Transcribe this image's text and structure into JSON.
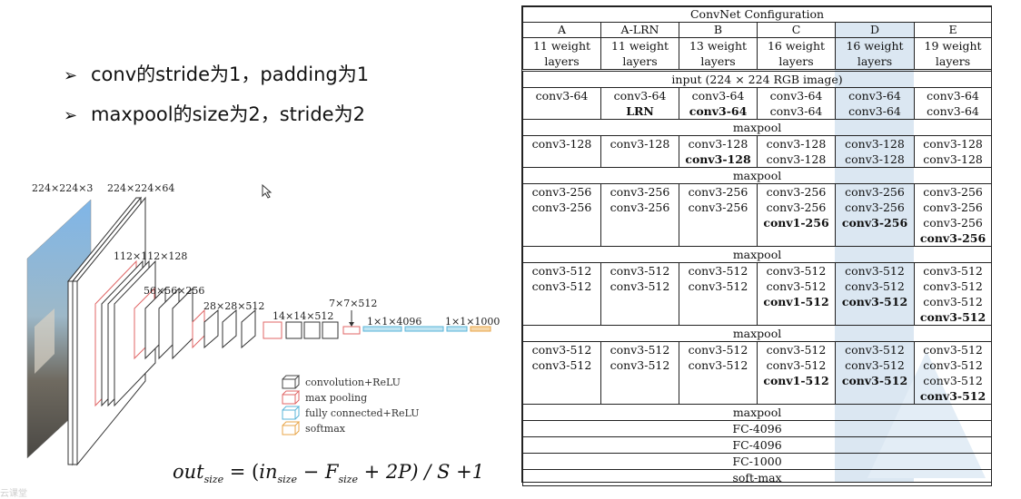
{
  "bullets": [
    "conv的stride为1，padding为1",
    "maxpool的size为2，stride为2"
  ],
  "diagram": {
    "labels": {
      "input": "224×224×3",
      "conv1": "224×224×64",
      "pool1": "112×112×128",
      "pool2": "56×56×256",
      "pool3": "28×28×512",
      "pool4": "14×14×512",
      "pool5": "7×7×512",
      "fc1": "1×1×4096",
      "fc2": "1×1×1000"
    },
    "legend": [
      {
        "label": "convolution+ReLU",
        "color": "#444444"
      },
      {
        "label": "max pooling",
        "color": "#e06666"
      },
      {
        "label": "fully connected+ReLU",
        "color": "#5ab4d8"
      },
      {
        "label": "softmax",
        "color": "#e8a64a"
      }
    ]
  },
  "formula": {
    "out": "out",
    "out_sub": "size",
    "in": "in",
    "in_sub": "size",
    "f": "F",
    "f_sub": "size",
    "rest": "+ 2P) / S +1"
  },
  "watermark": "云课堂",
  "table": {
    "title": "ConvNet Configuration",
    "columns": [
      "A",
      "A-LRN",
      "B",
      "C",
      "D",
      "E"
    ],
    "weights": [
      [
        "11 weight",
        "layers"
      ],
      [
        "11 weight",
        "layers"
      ],
      [
        "13 weight",
        "layers"
      ],
      [
        "16 weight",
        "layers"
      ],
      [
        "16 weight",
        "layers"
      ],
      [
        "19 weight",
        "layers"
      ]
    ],
    "input": "input (224 × 224 RGB image)",
    "blocks": [
      [
        [
          {
            "t": "conv3-64"
          }
        ],
        [
          {
            "t": "conv3-64"
          },
          {
            "t": "LRN",
            "b": true
          }
        ],
        [
          {
            "t": "conv3-64"
          },
          {
            "t": "conv3-64",
            "b": true
          }
        ],
        [
          {
            "t": "conv3-64"
          },
          {
            "t": "conv3-64"
          }
        ],
        [
          {
            "t": "conv3-64"
          },
          {
            "t": "conv3-64"
          }
        ],
        [
          {
            "t": "conv3-64"
          },
          {
            "t": "conv3-64"
          }
        ]
      ],
      [
        [
          {
            "t": "conv3-128"
          }
        ],
        [
          {
            "t": "conv3-128"
          }
        ],
        [
          {
            "t": "conv3-128"
          },
          {
            "t": "conv3-128",
            "b": true
          }
        ],
        [
          {
            "t": "conv3-128"
          },
          {
            "t": "conv3-128"
          }
        ],
        [
          {
            "t": "conv3-128"
          },
          {
            "t": "conv3-128"
          }
        ],
        [
          {
            "t": "conv3-128"
          },
          {
            "t": "conv3-128"
          }
        ]
      ],
      [
        [
          {
            "t": "conv3-256"
          },
          {
            "t": "conv3-256"
          }
        ],
        [
          {
            "t": "conv3-256"
          },
          {
            "t": "conv3-256"
          }
        ],
        [
          {
            "t": "conv3-256"
          },
          {
            "t": "conv3-256"
          }
        ],
        [
          {
            "t": "conv3-256"
          },
          {
            "t": "conv3-256"
          },
          {
            "t": "conv1-256",
            "b": true
          }
        ],
        [
          {
            "t": "conv3-256"
          },
          {
            "t": "conv3-256"
          },
          {
            "t": "conv3-256",
            "b": true
          }
        ],
        [
          {
            "t": "conv3-256"
          },
          {
            "t": "conv3-256"
          },
          {
            "t": "conv3-256"
          },
          {
            "t": "conv3-256",
            "b": true
          }
        ]
      ],
      [
        [
          {
            "t": "conv3-512"
          },
          {
            "t": "conv3-512"
          }
        ],
        [
          {
            "t": "conv3-512"
          },
          {
            "t": "conv3-512"
          }
        ],
        [
          {
            "t": "conv3-512"
          },
          {
            "t": "conv3-512"
          }
        ],
        [
          {
            "t": "conv3-512"
          },
          {
            "t": "conv3-512"
          },
          {
            "t": "conv1-512",
            "b": true
          }
        ],
        [
          {
            "t": "conv3-512"
          },
          {
            "t": "conv3-512"
          },
          {
            "t": "conv3-512",
            "b": true
          }
        ],
        [
          {
            "t": "conv3-512"
          },
          {
            "t": "conv3-512"
          },
          {
            "t": "conv3-512"
          },
          {
            "t": "conv3-512",
            "b": true
          }
        ]
      ],
      [
        [
          {
            "t": "conv3-512"
          },
          {
            "t": "conv3-512"
          }
        ],
        [
          {
            "t": "conv3-512"
          },
          {
            "t": "conv3-512"
          }
        ],
        [
          {
            "t": "conv3-512"
          },
          {
            "t": "conv3-512"
          }
        ],
        [
          {
            "t": "conv3-512"
          },
          {
            "t": "conv3-512"
          },
          {
            "t": "conv1-512",
            "b": true
          }
        ],
        [
          {
            "t": "conv3-512"
          },
          {
            "t": "conv3-512"
          },
          {
            "t": "conv3-512",
            "b": true
          }
        ],
        [
          {
            "t": "conv3-512"
          },
          {
            "t": "conv3-512"
          },
          {
            "t": "conv3-512"
          },
          {
            "t": "conv3-512",
            "b": true
          }
        ]
      ]
    ],
    "maxpool": "maxpool",
    "tail": [
      "maxpool",
      "FC-4096",
      "FC-4096",
      "FC-1000",
      "soft-max"
    ],
    "highlight_color": "#dbe7f2"
  }
}
